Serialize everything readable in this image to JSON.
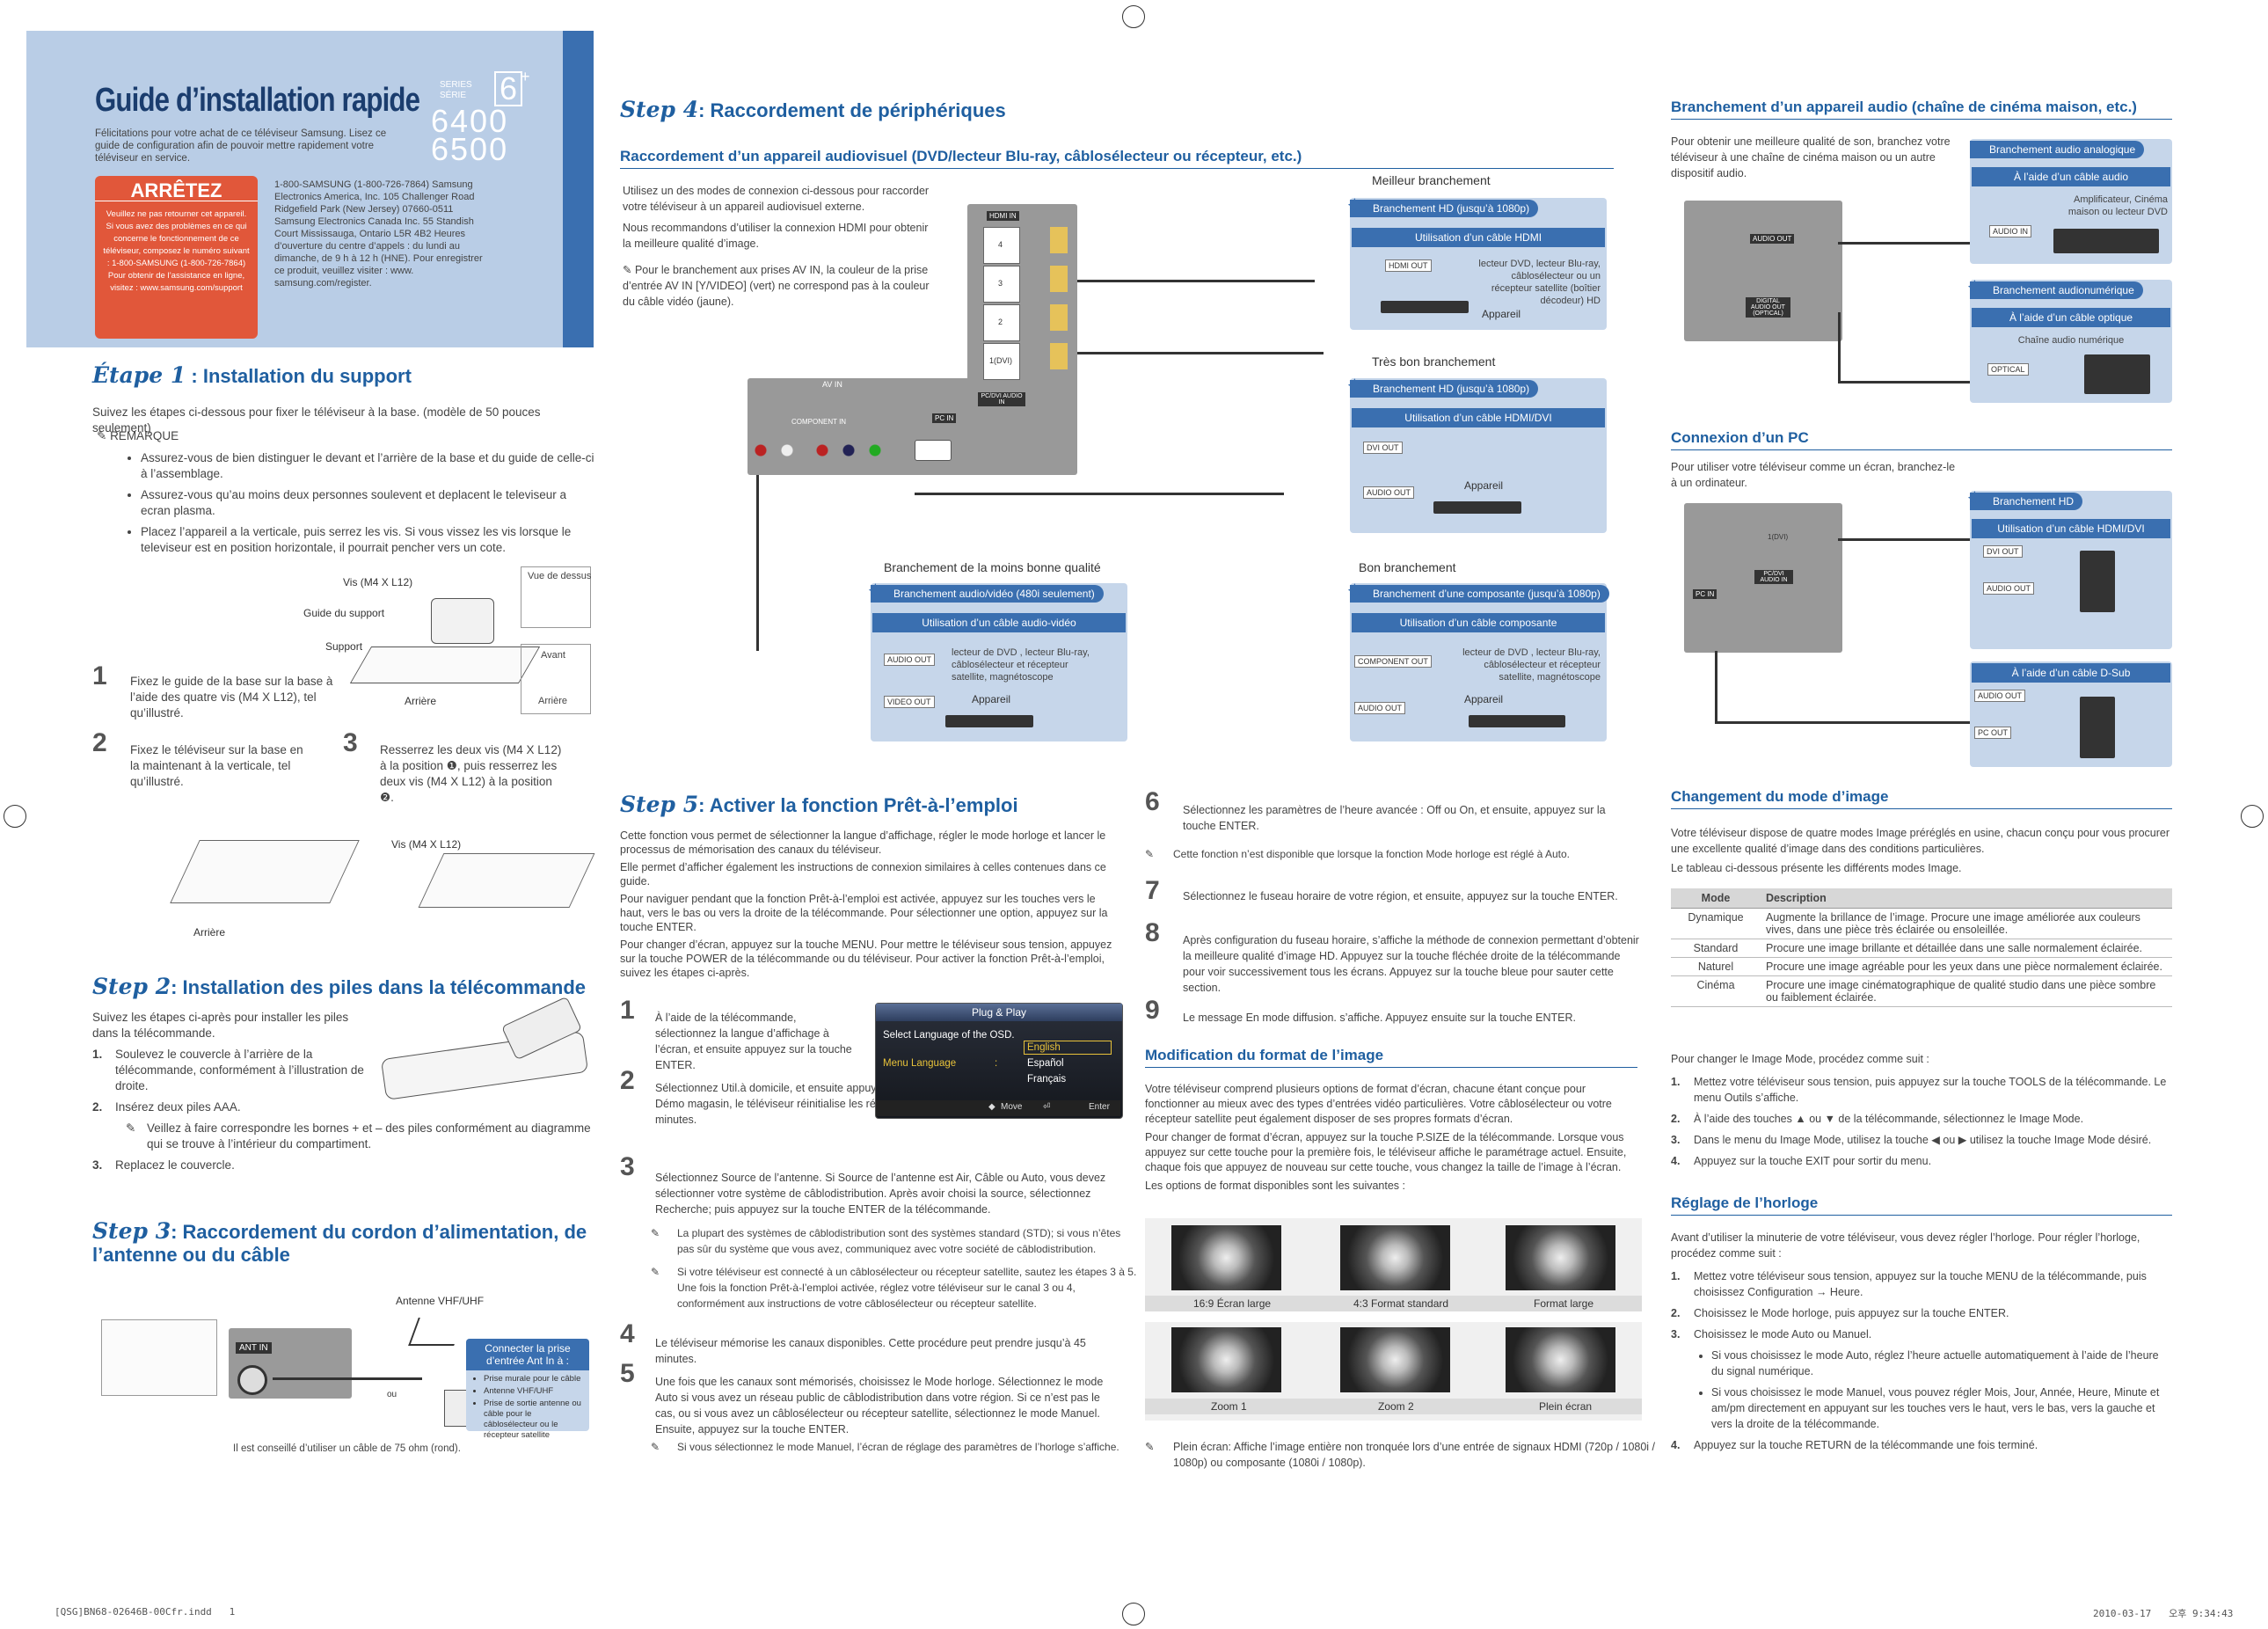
{
  "cover": {
    "title": "Guide d’installation rapide",
    "series_label": "SERIES SÉRIE",
    "series_num": "6",
    "series_plus": "+",
    "models": [
      "6400",
      "6500"
    ],
    "intro": "Félicitations pour votre achat de ce téléviseur Samsung. Lisez ce guide de configuration afin de pouvoir mettre rapidement votre téléviseur en service.",
    "stop_title": "ARRÊTEZ",
    "stop_text": "Veuillez ne pas retourner cet appareil. Si vous avez des problèmes en ce qui concerne le fonctionnement de ce téléviseur, composez le numéro suivant : 1-800-SAMSUNG (1-800-726-7864) Pour obtenir de l’assistance en ligne, visitez : www.samsung.com/support",
    "contact": "1-800-SAMSUNG (1-800-726-7864) Samsung Electronics America, Inc. 105 Challenger Road Ridgefield Park (New Jersey) 07660-0511 Samsung Electronics Canada Inc. 55 Standish Court Mississauga, Ontario L5R 4B2 Heures d’ouverture du centre d’appels : du lundi au dimanche, de 9 h à 12 h (HNE). Pour enregistrer ce produit, veuillez visiter : www. samsung.com/register."
  },
  "etape1": {
    "step": "Étape 1",
    "title": " : Installation du support",
    "intro": "Suivez les étapes ci-dessous pour fixer le téléviseur à la base. (modèle de 50 pouces seulement)",
    "remarque": "REMARQUE",
    "bullets": [
      "Assurez-vous de bien distinguer le devant et l’arrière de la base et du guide de celle-ci à l’assemblage.",
      "Assurez-vous qu’au moins deux personnes soulevent et deplacent le televiseur a ecran plasma.",
      "Placez l’appareil a la verticale, puis serrez les vis. Si vous vissez les vis lorsque le televiseur est en position horizontale, il pourrait pencher vers un cote."
    ],
    "diagram_labels": {
      "vis": "Vis (M4 X L12)",
      "guide": "Guide du support",
      "support": "Support",
      "vue": "Vue de dessus",
      "avant": "Avant",
      "arriere1": "Arrière",
      "arriere2": "Arrière",
      "vis2": "Vis (M4 X L12)",
      "arriere3": "Arrière"
    },
    "s1_num": "1",
    "s1": "Fixez le guide de la base sur la base à l’aide des quatre vis (M4 X L12), tel qu’illustré.",
    "s2_num": "2",
    "s2": "Fixez le téléviseur sur la base en la maintenant à la verticale, tel qu’illustré.",
    "s3_num": "3",
    "s3": "Resserrez les deux vis (M4 X L12) à la position ❶, puis resserrez les deux vis (M4 X L12) à la position ❷."
  },
  "step2": {
    "step": "Step 2",
    "title": ": Installation des piles dans la télécommande",
    "intro": "Suivez les étapes ci-après pour installer les piles dans la télécommande.",
    "items": [
      {
        "n": "1.",
        "text": "Soulevez le couvercle à l’arrière de la télécommande, conformément à l’illustration de droite."
      },
      {
        "n": "2.",
        "text": "Insérez deux piles AAA."
      },
      {
        "n": "3.",
        "text": "Replacez le couvercle."
      }
    ],
    "note": "Veillez à faire correspondre les bornes + et – des piles conformément au diagramme qui se trouve à l’intérieur du compartiment."
  },
  "step3": {
    "step": "Step 3",
    "title": ": Raccordement du cordon d’alimentation, de l’antenne ou du câble",
    "antenne": "Antenne VHF/UHF",
    "ant_in": "ANT IN",
    "ou": "ou",
    "note": "Il est conseillé d’utiliser un câble de 75 ohm (rond).",
    "box_title": "Connecter la prise d’entrée Ant In à :",
    "box_items": [
      "Prise murale pour le câble",
      "Antenne VHF/UHF",
      "Prise de sortie antenne ou câble pour le câblosélecteur ou le récepteur satellite"
    ]
  },
  "step4": {
    "step": "Step 4",
    "title": ": Raccordement de périphériques",
    "sub": "Raccordement d’un appareil audiovisuel (DVD/lecteur Blu-ray, câblosélecteur ou récepteur, etc.)",
    "p1": "Utilisez un des modes de connexion ci-dessous pour raccorder votre téléviseur à un appareil audiovisuel externe.",
    "p2": "Nous recommandons d’utiliser la connexion HDMI pour obtenir la meilleure qualité d’image.",
    "note": "Pour le branchement aux prises AV IN, la couleur de la prise d’entrée AV IN [Y/VIDEO] (vert) ne correspond pas à la couleur du câble vidéo (jaune).",
    "panel_labels": {
      "hdmi_in": "HDMI IN",
      "p4": "4",
      "p3": "3",
      "p2": "2",
      "p1": "1(DVI)",
      "pcdvi": "PC/DVI AUDIO IN",
      "av_in": "AV IN",
      "component": "COMPONENT IN",
      "pc_in": "PC IN"
    },
    "best": {
      "header": "Meilleur branchement",
      "pill": "Branchement HD (jusqu’à 1080p)",
      "bar": "Utilisation d’un câble HDMI",
      "port": "HDMI OUT",
      "desc": "lecteur DVD, lecteur Blu-ray, câblosélecteur ou un récepteur satellite (boîtier décodeur) HD",
      "device": "Appareil"
    },
    "very_good": {
      "header": "Très bon branchement",
      "pill": "Branchement HD (jusqu’à 1080p)",
      "bar": "Utilisation d’un câble HDMI/DVI",
      "port1": "DVI OUT",
      "port2": "AUDIO OUT",
      "device": "Appareil"
    },
    "lowest": {
      "header": "Branchement de la moins bonne qualité",
      "pill": "Branchement audio/vidéo (480i seulement)",
      "bar": "Utilisation d’un câble audio-vidéo",
      "port1": "AUDIO OUT",
      "port2": "VIDEO OUT",
      "desc": "lecteur de DVD , lecteur Blu-ray, câblosélecteur et récepteur satellite, magnétoscope",
      "device": "Appareil"
    },
    "good": {
      "header": "Bon branchement",
      "pill": "Branchement d’une composante (jusqu’à 1080p)",
      "bar": "Utilisation d’un câble composante",
      "port1": "COMPONENT OUT",
      "port2": "AUDIO OUT",
      "desc": "lecteur de DVD , lecteur Blu-ray, câblosélecteur et récepteur satellite, magnétoscope",
      "device": "Appareil"
    }
  },
  "step5": {
    "step": "Step 5",
    "title": ": Activer la fonction Prêt-à-l’emploi",
    "p1": "Cette fonction vous permet de sélectionner la langue d’affichage, régler le mode horloge et lancer le processus de mémorisation des canaux du téléviseur.",
    "p2": "Elle permet d’afficher également les instructions de connexion similaires à celles contenues dans ce guide.",
    "p3": "Pour naviguer pendant que la fonction Prêt-à-l’emploi est activée, appuyez sur les touches vers le haut, vers le bas ou vers la droite de la télécommande. Pour sélectionner une option, appuyez sur la touche ENTER.",
    "p4": "Pour changer d’écran, appuyez sur la touche MENU. Pour mettre le téléviseur sous tension, appuyez sur la touche POWER de la télécommande ou du téléviseur.  Pour activer la fonction Prêt-à-l’emploi, suivez les étapes ci-après.",
    "n1": "1",
    "s1": "À l’aide de la télécommande, sélectionnez la langue d’affichage à l’écran, et ensuite appuyez sur la touche ENTER.",
    "n2": "2",
    "s2": "Sélectionnez Util.à domicile, et ensuite appuyez sur la touche ENTER. Si vous sélectionnez Démo magasin, le téléviseur réinitialise les réglages du son et de l’image toutes les 30 minutes.",
    "n3": "3",
    "s3": "Sélectionnez Source de l’antenne. Si Source de l’antenne est Air, Câble ou Auto, vous devez sélectionner votre système de câblodistribution. Après avoir choisi la source, sélectionnez Recherche; puis appuyez sur la touche ENTER de la télécommande.",
    "n3a": "La plupart des systèmes de câblodistribution sont des systèmes standard (STD); si vous n’êtes pas sûr du système que vous avez, communiquez avec votre société de câblodistribution.",
    "n3b": "Si votre téléviseur est connecté à un câblosélecteur ou récepteur satellite, sautez les étapes 3 à 5. Une fois la fonction Prêt-à-l’emploi activée, réglez votre téléviseur sur le canal 3 ou 4, conformément aux instructions de votre câblosélecteur ou récepteur satellite.",
    "n4": "4",
    "s4": "Le téléviseur mémorise les canaux disponibles. Cette procédure peut prendre jusqu’à 45 minutes.",
    "n5": "5",
    "s5": "Une fois que les canaux sont mémorisés, choisissez le Mode horloge. Sélectionnez le mode Auto si vous avez un réseau public de câblodistribution dans votre région. Si ce n’est pas le cas, ou si vous avez un câblosélecteur ou récepteur satellite, sélectionnez le mode Manuel. Ensuite, appuyez sur la touche ENTER.",
    "n5a": "Si vous sélectionnez le mode Manuel, l’écran de réglage des paramètres de l’horloge s’affiche.",
    "osd": {
      "title": "Plug & Play",
      "prompt": "Select Language of the OSD.",
      "menu": "Menu Language",
      "colon": ":",
      "options": [
        "English",
        "Español",
        "Français"
      ],
      "move": "Move",
      "enter": "Enter"
    },
    "n6": "6",
    "s6": "Sélectionnez les paramètres de l’heure avancée : Off ou On, et ensuite, appuyez sur la touche ENTER.",
    "n6a": "Cette fonction n’est disponible que lorsque la fonction Mode horloge est réglé à Auto.",
    "n7": "7",
    "s7": "Sélectionnez le fuseau horaire de votre région, et ensuite, appuyez sur la touche ENTER.",
    "n8": "8",
    "s8": "Après configuration du fuseau horaire, s’affiche la méthode de connexion permettant d’obtenir la meilleure qualité d’image HD. Appuyez sur la touche fléchée droite de la télécommande pour voir successivement tous les écrans. Appuyez sur la touche bleue pour sauter cette section.",
    "n9": "9",
    "s9": "Le message En mode diffusion. s’affiche. Appuyez ensuite sur la touche ENTER."
  },
  "format": {
    "title": "Modification du format de l’image",
    "p1": "Votre téléviseur comprend plusieurs options de format d’écran, chacune étant conçue pour fonctionner au mieux avec des types d’entrées vidéo particulières. Votre câblosélecteur ou votre récepteur satellite peut également disposer de ses propres formats d’écran.",
    "p2": "Pour changer de format d’écran, appuyez sur la touche P.SIZE de la télécommande. Lorsque vous appuyez sur cette touche pour la première fois, le téléviseur affiche le paramétrage actuel. Ensuite, chaque fois que appuyez de nouveau sur cette touche, vous changez la taille de l’image à l’écran.",
    "p3": "Les options de format disponibles sont les suivantes :",
    "labels": [
      "16:9 Écran large",
      "4:3 Format standard",
      "Format large",
      "Zoom 1",
      "Zoom 2",
      "Plein écran"
    ],
    "note": "Plein écran: Affiche l’image entière non tronquée lors d’une entrée de signaux HDMI (720p / 1080i / 1080p) ou composante (1080i / 1080p)."
  },
  "audio": {
    "title": "Branchement d’un appareil audio (chaîne de cinéma maison, etc.)",
    "p": "Pour obtenir une meilleure qualité de son, branchez votre téléviseur à une chaîne de cinéma maison ou un autre dispositif audio.",
    "analog_pill": "Branchement audio analogique",
    "analog_bar": "À l’aide d’un câble audio",
    "analog_desc": "Amplificateur, Cinéma maison ou lecteur DVD",
    "analog_port": "AUDIO IN",
    "digital_pill": "Branchement audionumérique",
    "digital_bar": "À l’aide d’un câble optique",
    "digital_desc": "Chaîne audio numérique",
    "digital_port": "OPTICAL",
    "panel": {
      "audio_out": "AUDIO OUT",
      "digital": "DIGITAL AUDIO OUT (OPTICAL)"
    }
  },
  "pc": {
    "title": "Connexion d’un PC",
    "p": "Pour utiliser votre téléviseur comme un écran, branchez-le à un ordinateur.",
    "pill": "Branchement HD",
    "bar1": "Utilisation d’un câble HDMI/DVI",
    "port1": "DVI OUT",
    "port2": "AUDIO OUT",
    "bar2": "À l’aide d’un câble D-Sub",
    "port3": "AUDIO OUT",
    "port4": "PC OUT",
    "panel": {
      "dvi": "1(DVI)",
      "pcdvi": "PC/DVI AUDIO IN",
      "pcin": "PC IN"
    }
  },
  "mode": {
    "title": "Changement du mode d’image",
    "p1": "Votre téléviseur dispose de quatre modes Image préréglés en usine, chacun conçu pour vous procurer une excellente qualité d’image dans des conditions particulières.",
    "p2": "Le tableau ci-dessous présente les différents modes Image.",
    "headers": [
      "Mode",
      "Description"
    ],
    "rows": [
      [
        "Dynamique",
        "Augmente la brillance de l’image. Procure une image améliorée aux couleurs vives, dans une pièce très éclairée ou ensoleillée."
      ],
      [
        "Standard",
        "Procure une image brillante et détaillée dans une salle normalement éclairée."
      ],
      [
        "Naturel",
        "Procure une image agréable pour les yeux dans une pièce normalement éclairée."
      ],
      [
        "Cinéma",
        "Procure une image cinématographique de qualité studio dans une pièce sombre ou faiblement éclairée."
      ]
    ],
    "p3": "Pour changer le Image Mode, procédez comme suit :",
    "steps": [
      {
        "n": "1.",
        "text": "Mettez votre téléviseur sous tension, puis appuyez sur la touche TOOLS de la télécommande. Le menu Outils s’affiche."
      },
      {
        "n": "2.",
        "text": "À l’aide des touches ▲ ou ▼ de la télécommande, sélectionnez le Image Mode."
      },
      {
        "n": "3.",
        "text": "Dans le menu du Image Mode, utilisez la touche ◀ ou ▶ utilisez la touche Image Mode désiré."
      },
      {
        "n": "4.",
        "text": "Appuyez sur la touche EXIT pour sortir du menu."
      }
    ]
  },
  "clock": {
    "title": "Réglage de l’horloge",
    "p": "Avant d’utiliser la minuterie de votre téléviseur, vous devez régler l’horloge. Pour régler l’horloge, procédez comme suit :",
    "steps": [
      {
        "n": "1.",
        "text": "Mettez votre téléviseur sous tension, appuyez sur la touche MENU de la télécommande, puis choisissez Configuration → Heure."
      },
      {
        "n": "2.",
        "text": "Choisissez le Mode horloge, puis appuyez sur la touche ENTER."
      },
      {
        "n": "3.",
        "text": "Choisissez le mode Auto ou Manuel."
      }
    ],
    "bullets": [
      "Si vous choisissez le mode Auto, réglez l’heure actuelle automatiquement à l’aide de l’heure du signal numérique.",
      "Si vous choisissez le mode Manuel, vous pouvez régler Mois, Jour, Année, Heure, Minute et am/pm directement en appuyant sur les touches vers le haut, vers le bas, vers la gauche et vers la droite de la télécommande."
    ],
    "step4": {
      "n": "4.",
      "text": "Appuyez sur la touche RETURN de la télécommande une fois terminé."
    }
  },
  "footer": {
    "left": "[QSG]BN68-02646B-00Cfr.indd   1",
    "right": "2010-03-17   오후 9:34:43"
  },
  "colors": {
    "accent": "#1f5fa0",
    "cover": "#b9cde6",
    "stop": "#e1573a",
    "box": "#c6d6ea",
    "pill": "#3a6fb0"
  }
}
